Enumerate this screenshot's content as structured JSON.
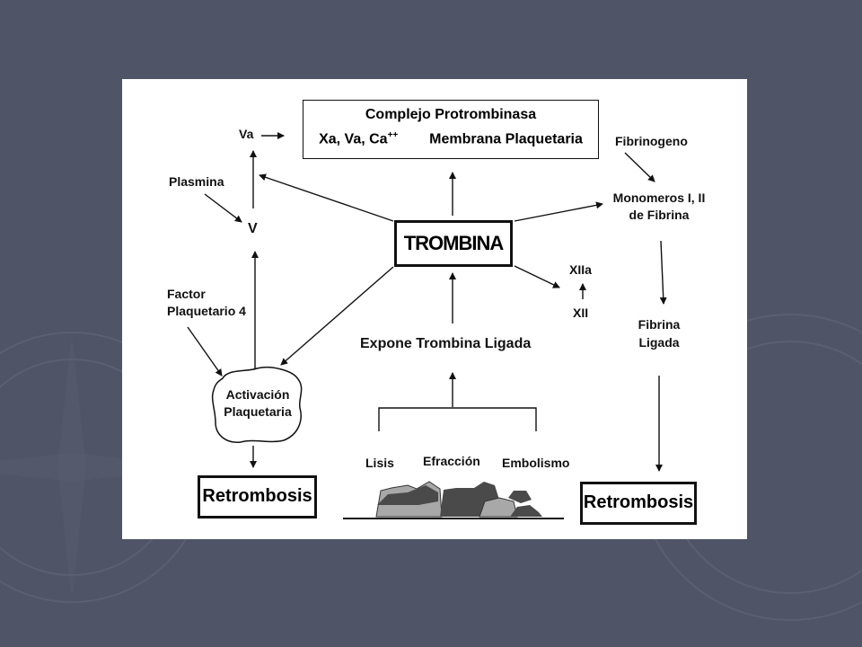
{
  "diagram": {
    "complejo": {
      "title": "Complejo Protrombinasa",
      "line2_left": "Xa, Va, Ca",
      "line2_sup": "++",
      "line2_right": "Membrana Plaquetaria"
    },
    "trombina": "TROMBINA",
    "va": "Va",
    "v": "V",
    "plasmina": "Plasmina",
    "factor_line1": "Factor",
    "factor_line2": "Plaquetario 4",
    "activacion_line1": "Activación",
    "activacion_line2": "Plaquetaria",
    "retrombosis_left": "Retrombosis",
    "retrombosis_right": "Retrombosis",
    "fibrinogeno": "Fibrinogeno",
    "monomeros_line1": "Monomeros I, II",
    "monomeros_line2": "de Fibrina",
    "fibrina_line1": "Fibrina",
    "fibrina_line2": "Ligada",
    "xiia": "XIIa",
    "xii": "XII",
    "expone": "Expone Trombina Ligada",
    "lisis": "Lisis",
    "efraccion": "Efracción",
    "embolismo": "Embolismo"
  },
  "colors": {
    "slide_background": "#4f5466",
    "diagram_background": "#ffffff",
    "ink": "#111111",
    "plaque_dark": "#4a4a4a",
    "plaque_light": "#a8a8a8"
  }
}
